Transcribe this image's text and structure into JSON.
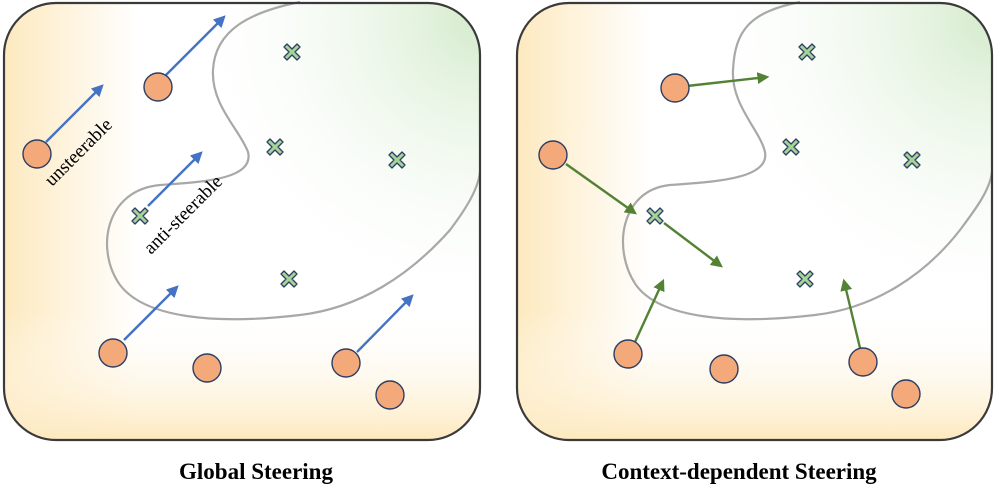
{
  "colors": {
    "panel_border": "#3a3a3a",
    "warm_fill": "#fde9bf",
    "cool_fill": "#d4ebcc",
    "boundary_stroke": "#a8a8a8",
    "circle_fill": "#f4a97a",
    "circle_stroke": "#2c3e63",
    "cross_fill": "#a6d496",
    "cross_stroke": "#2c3e63",
    "global_arrow": "#4472c4",
    "context_arrow": "#548235"
  },
  "icons": {
    "circle": "orange-circle-icon",
    "cross": "green-cross-icon"
  },
  "panels": [
    {
      "caption": "Global Steering",
      "labels": [
        "unsteerable",
        "anti-steerable"
      ]
    },
    {
      "caption": "Context-dependent Steering",
      "labels": []
    }
  ]
}
